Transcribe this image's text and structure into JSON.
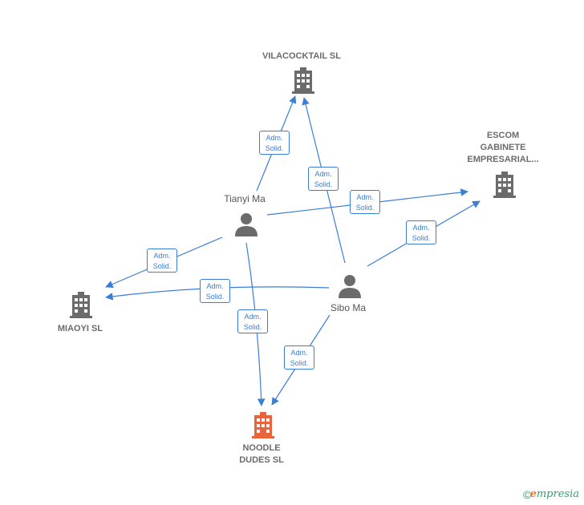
{
  "companies": {
    "vilacocktail": {
      "label": "VILACOCKTAIL SL"
    },
    "escom": {
      "label": "ESCOM\nGABINETE\nEMPRESARIAL..."
    },
    "miaoyi": {
      "label": "MIAOYI  SL"
    },
    "noodle": {
      "label": "NOODLE\nDUDES  SL"
    }
  },
  "people": {
    "tianyi": {
      "label": "Tianyi Ma"
    },
    "sibo": {
      "label": "Sibo Ma"
    }
  },
  "edge_label": {
    "line1": "Adm.",
    "line2": "Solid."
  },
  "colors": {
    "edge": "#3b7dd8",
    "company": "#6b6b6b",
    "focus_company": "#e8643c",
    "person": "#6b6b6b"
  },
  "brand": {
    "copyright": "©",
    "name_first": "e",
    "name_rest": "mpresia"
  }
}
